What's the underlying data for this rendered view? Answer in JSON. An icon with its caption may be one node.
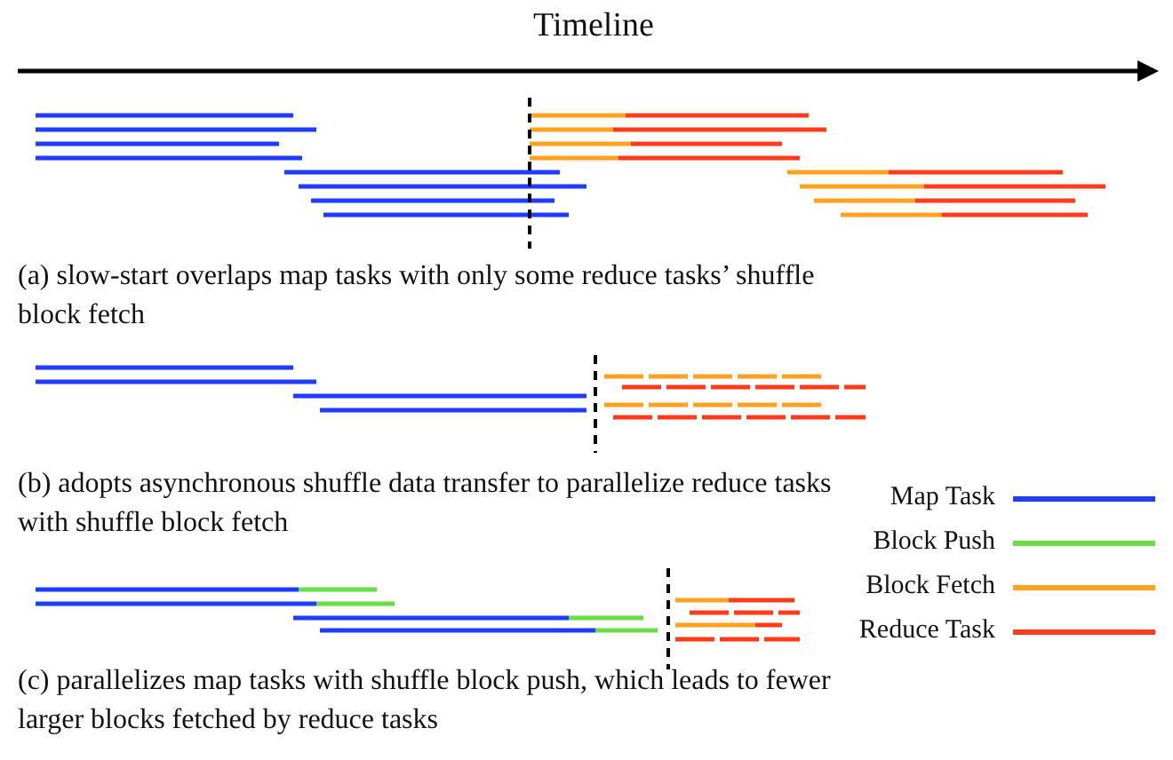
{
  "diagram": {
    "title": "Timeline",
    "labels": [
      "(a) slow-start overlaps map tasks with only some reduce tasks’ shuffle block fetch",
      "(b) adopts asynchronous shuffle data transfer to parallelize reduce tasks with shuffle block fetch",
      "(c) parallelizes map tasks with shuffle block push, which leads to fewer larger blocks fetched by reduce tasks"
    ],
    "legend": [
      {
        "text": "Map Task",
        "color": "#1f3bff"
      },
      {
        "text": "Block Push",
        "color": "#6bdc45"
      },
      {
        "text": "Block Fetch",
        "color": "#ffa21f"
      },
      {
        "text": "Reduce Task",
        "color": "#ff3b1c"
      }
    ]
  }
}
